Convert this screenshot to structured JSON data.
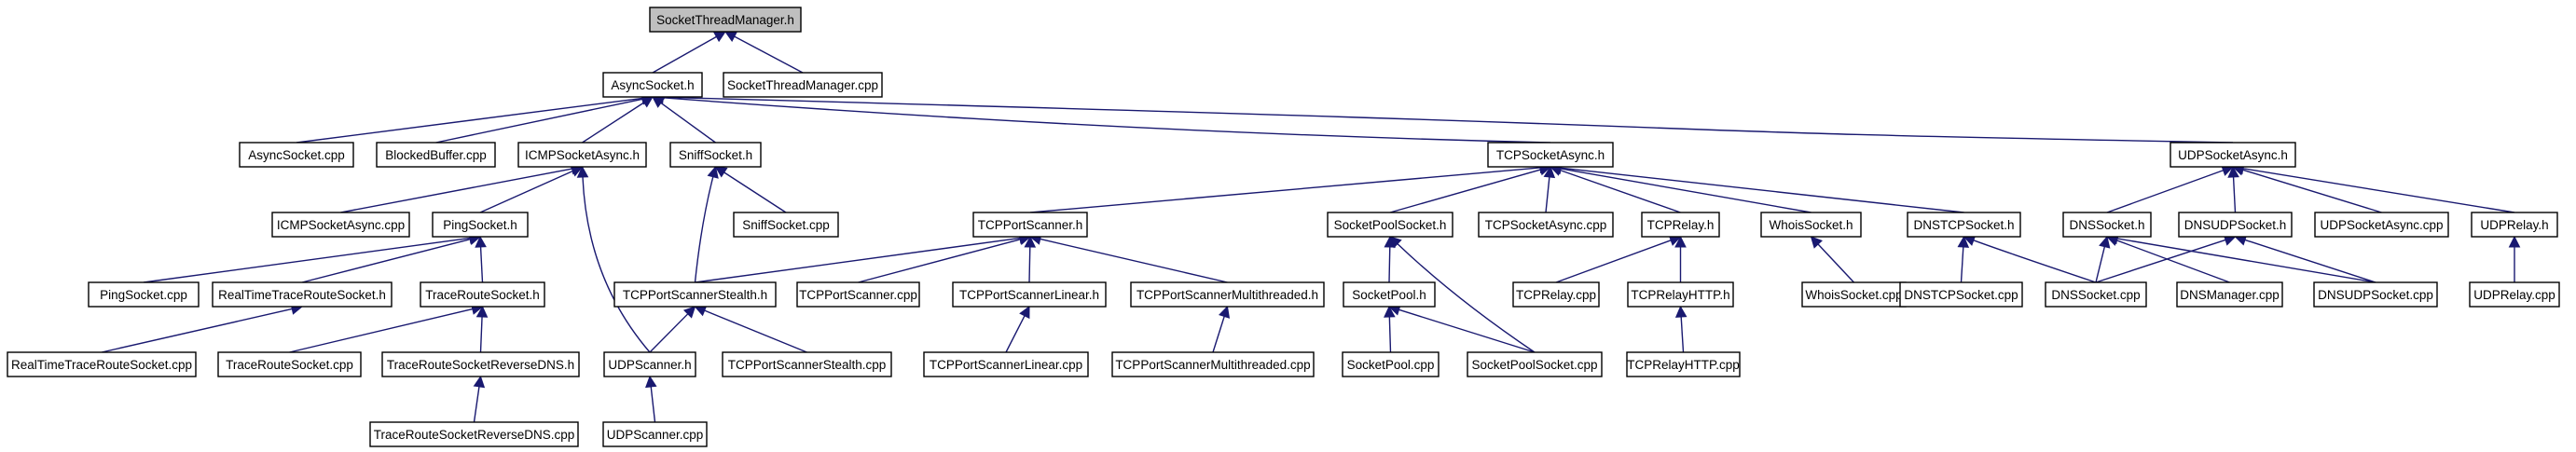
{
  "diagram": {
    "type": "include-dependency-graph",
    "root": "SocketThreadManager.h",
    "nodes": [
      {
        "id": "stm_h",
        "label": "SocketThreadManager.h"
      },
      {
        "id": "async_h",
        "label": "AsyncSocket.h"
      },
      {
        "id": "stm_cpp",
        "label": "SocketThreadManager.cpp"
      },
      {
        "id": "async_cpp",
        "label": "AsyncSocket.cpp"
      },
      {
        "id": "blocked_cpp",
        "label": "BlockedBuffer.cpp"
      },
      {
        "id": "icmp_h",
        "label": "ICMPSocketAsync.h"
      },
      {
        "id": "sniff_h",
        "label": "SniffSocket.h"
      },
      {
        "id": "tcpasync_h",
        "label": "TCPSocketAsync.h"
      },
      {
        "id": "udpasync_h",
        "label": "UDPSocketAsync.h"
      },
      {
        "id": "icmp_cpp",
        "label": "ICMPSocketAsync.cpp"
      },
      {
        "id": "ping_h",
        "label": "PingSocket.h"
      },
      {
        "id": "sniff_cpp",
        "label": "SniffSocket.cpp"
      },
      {
        "id": "tcpport_h",
        "label": "TCPPortScanner.h"
      },
      {
        "id": "pool_h",
        "label": "SocketPoolSocket.h"
      },
      {
        "id": "tcpasync_cpp",
        "label": "TCPSocketAsync.cpp"
      },
      {
        "id": "relay_h",
        "label": "TCPRelay.h"
      },
      {
        "id": "whois_h",
        "label": "WhoisSocket.h"
      },
      {
        "id": "dnstcp_h",
        "label": "DNSTCPSocket.h"
      },
      {
        "id": "dns_h",
        "label": "DNSSocket.h"
      },
      {
        "id": "dnsudp_h",
        "label": "DNSUDPSocket.h"
      },
      {
        "id": "udpasync_cpp",
        "label": "UDPSocketAsync.cpp"
      },
      {
        "id": "udprelay_h",
        "label": "UDPRelay.h"
      },
      {
        "id": "ping_cpp",
        "label": "PingSocket.cpp"
      },
      {
        "id": "rttr_h",
        "label": "RealTimeTraceRouteSocket.h"
      },
      {
        "id": "tr_h",
        "label": "TraceRouteSocket.h"
      },
      {
        "id": "stealth_h",
        "label": "TCPPortScannerStealth.h"
      },
      {
        "id": "tcpport_cpp",
        "label": "TCPPortScanner.cpp"
      },
      {
        "id": "linear_h",
        "label": "TCPPortScannerLinear.h"
      },
      {
        "id": "multi_h",
        "label": "TCPPortScannerMultithreaded.h"
      },
      {
        "id": "sockpool_h",
        "label": "SocketPool.h"
      },
      {
        "id": "relay_cpp",
        "label": "TCPRelay.cpp"
      },
      {
        "id": "relayhttp_h",
        "label": "TCPRelayHTTP.h"
      },
      {
        "id": "whois_cpp",
        "label": "WhoisSocket.cpp"
      },
      {
        "id": "dnstcp_cpp",
        "label": "DNSTCPSocket.cpp"
      },
      {
        "id": "dns_cpp",
        "label": "DNSSocket.cpp"
      },
      {
        "id": "dnsmgr_cpp",
        "label": "DNSManager.cpp"
      },
      {
        "id": "dnsudp_cpp",
        "label": "DNSUDPSocket.cpp"
      },
      {
        "id": "udprelay_cpp",
        "label": "UDPRelay.cpp"
      },
      {
        "id": "rttr_cpp",
        "label": "RealTimeTraceRouteSocket.cpp"
      },
      {
        "id": "tr_cpp",
        "label": "TraceRouteSocket.cpp"
      },
      {
        "id": "trrdns_h",
        "label": "TraceRouteSocketReverseDNS.h"
      },
      {
        "id": "udpscan_h",
        "label": "UDPScanner.h"
      },
      {
        "id": "stealth_cpp",
        "label": "TCPPortScannerStealth.cpp"
      },
      {
        "id": "linear_cpp",
        "label": "TCPPortScannerLinear.cpp"
      },
      {
        "id": "multi_cpp",
        "label": "TCPPortScannerMultithreaded.cpp"
      },
      {
        "id": "sockpool_cpp",
        "label": "SocketPool.cpp"
      },
      {
        "id": "pool_cpp",
        "label": "SocketPoolSocket.cpp"
      },
      {
        "id": "relayhttp_cpp",
        "label": "TCPRelayHTTP.cpp"
      },
      {
        "id": "trrdns_cpp",
        "label": "TraceRouteSocketReverseDNS.cpp"
      },
      {
        "id": "udpscan_cpp",
        "label": "UDPScanner.cpp"
      }
    ],
    "edges": [
      [
        "async_h",
        "stm_h"
      ],
      [
        "stm_cpp",
        "stm_h"
      ],
      [
        "async_cpp",
        "async_h"
      ],
      [
        "blocked_cpp",
        "async_h"
      ],
      [
        "icmp_h",
        "async_h"
      ],
      [
        "sniff_h",
        "async_h"
      ],
      [
        "tcpasync_h",
        "async_h"
      ],
      [
        "udpasync_h",
        "async_h"
      ],
      [
        "icmp_cpp",
        "icmp_h"
      ],
      [
        "ping_h",
        "icmp_h"
      ],
      [
        "udpscan_h",
        "icmp_h"
      ],
      [
        "sniff_cpp",
        "sniff_h"
      ],
      [
        "stealth_h",
        "sniff_h"
      ],
      [
        "tcpport_h",
        "tcpasync_h"
      ],
      [
        "pool_h",
        "tcpasync_h"
      ],
      [
        "tcpasync_cpp",
        "tcpasync_h"
      ],
      [
        "relay_h",
        "tcpasync_h"
      ],
      [
        "whois_h",
        "tcpasync_h"
      ],
      [
        "dnstcp_h",
        "tcpasync_h"
      ],
      [
        "dns_h",
        "udpasync_h"
      ],
      [
        "dnsudp_h",
        "udpasync_h"
      ],
      [
        "udpasync_cpp",
        "udpasync_h"
      ],
      [
        "udprelay_h",
        "udpasync_h"
      ],
      [
        "ping_cpp",
        "ping_h"
      ],
      [
        "rttr_h",
        "ping_h"
      ],
      [
        "tr_h",
        "ping_h"
      ],
      [
        "stealth_h",
        "tcpport_h"
      ],
      [
        "tcpport_cpp",
        "tcpport_h"
      ],
      [
        "linear_h",
        "tcpport_h"
      ],
      [
        "multi_h",
        "tcpport_h"
      ],
      [
        "sockpool_h",
        "pool_h"
      ],
      [
        "pool_cpp",
        "pool_h"
      ],
      [
        "relay_cpp",
        "relay_h"
      ],
      [
        "relayhttp_h",
        "relay_h"
      ],
      [
        "whois_cpp",
        "whois_h"
      ],
      [
        "dnstcp_cpp",
        "dnstcp_h"
      ],
      [
        "dns_cpp",
        "dnstcp_h"
      ],
      [
        "dns_cpp",
        "dns_h"
      ],
      [
        "dnsmgr_cpp",
        "dns_h"
      ],
      [
        "dnsudp_cpp",
        "dns_h"
      ],
      [
        "dns_cpp",
        "dnsudp_h"
      ],
      [
        "dnsudp_cpp",
        "dnsudp_h"
      ],
      [
        "udprelay_cpp",
        "udprelay_h"
      ],
      [
        "rttr_cpp",
        "rttr_h"
      ],
      [
        "tr_cpp",
        "tr_h"
      ],
      [
        "trrdns_h",
        "tr_h"
      ],
      [
        "udpscan_h",
        "stealth_h"
      ],
      [
        "stealth_cpp",
        "stealth_h"
      ],
      [
        "linear_cpp",
        "linear_h"
      ],
      [
        "multi_cpp",
        "multi_h"
      ],
      [
        "sockpool_cpp",
        "sockpool_h"
      ],
      [
        "pool_cpp",
        "sockpool_h"
      ],
      [
        "relayhttp_cpp",
        "relayhttp_h"
      ],
      [
        "trrdns_cpp",
        "trrdns_h"
      ],
      [
        "udpscan_cpp",
        "udpscan_h"
      ]
    ]
  },
  "colors": {
    "edge": "#191970",
    "root_fill": "#bfbfbf",
    "node_fill": "#ffffff",
    "node_border": "#000000"
  }
}
